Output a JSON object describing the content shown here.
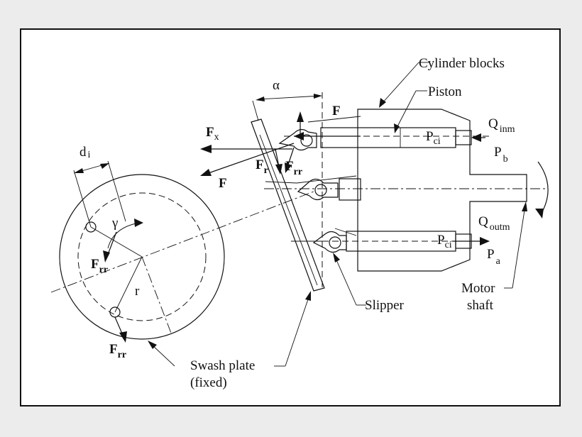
{
  "labels": {
    "cylinder_blocks": "Cylinder blocks",
    "piston": "Piston",
    "slipper": "Slipper",
    "swash_plate_line1": "Swash plate",
    "swash_plate_line2": "(fixed)",
    "motor_shaft_line1": "Motor",
    "motor_shaft_line2": "shaft"
  },
  "symbols": {
    "alpha": "α",
    "gamma": "γ",
    "r": "r",
    "di_main": "d",
    "di_sub": "i",
    "F_top": "F",
    "F_left": "F",
    "Fx_main": "F",
    "Fx_sub": "x",
    "Fr_main": "F",
    "Fr_sub": "r",
    "Frr_main": "F",
    "Frr_sub": "rr",
    "Frr_left_main": "F",
    "Frr_left_sub": "rr",
    "Frr_bottom_main": "F",
    "Frr_bottom_sub": "rr",
    "Qinm_main": "Q",
    "Qinm_sub": "inm",
    "Pb_main": "P",
    "Pb_sub": "b",
    "Qoutm_main": "Q",
    "Qoutm_sub": "outm",
    "Pa_main": "P",
    "Pa_sub": "a",
    "Pci_top_main": "P",
    "Pci_top_sub": "ci",
    "Pci_bot_main": "P",
    "Pci_bot_sub": "ci"
  },
  "colors": {
    "line": "#111111",
    "background": "#ffffff",
    "page": "#ececec"
  }
}
